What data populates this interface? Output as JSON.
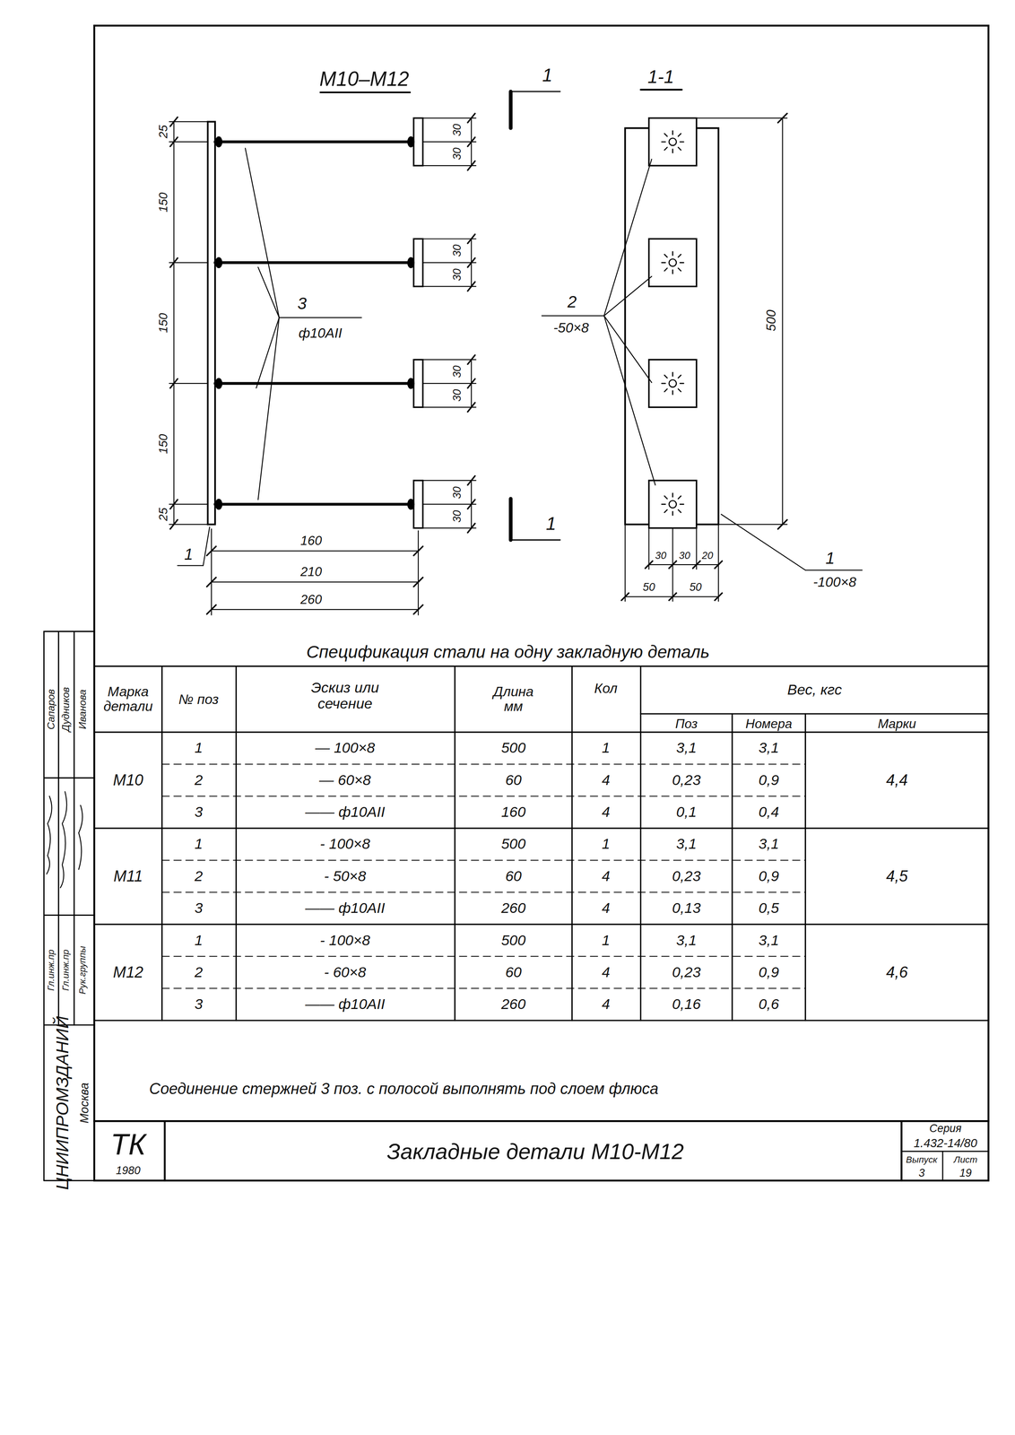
{
  "diagram": {
    "title": "Закладные детали М10-М12",
    "labels": [
      "М10–М12",
      "25",
      "150",
      "150",
      "150",
      "25",
      "30",
      "30",
      "30",
      "30",
      "30",
      "30",
      "30",
      "30",
      "3",
      "ф10АII",
      "1",
      "160",
      "210",
      "260",
      "1",
      "1",
      "1-1",
      "2",
      "-50×8",
      "500",
      "30",
      "30",
      "20",
      "1",
      "-100×8",
      "50",
      "50",
      "Спецификация стали на одну закладную деталь",
      "Марка детали",
      "№ поз",
      "Эскиз или сечение",
      "Длина мм",
      "Кол",
      "Вес, кгс",
      "Поз",
      "Номера",
      "Марки",
      "М10",
      "1",
      "— 100×8",
      "500",
      "1",
      "3,1",
      "3,1",
      "2",
      "— 60×8",
      "60",
      "4",
      "0,23",
      "0,9",
      "3",
      "—— ф10АII",
      "160",
      "4",
      "0,1",
      "0,4",
      "4,4",
      "М11",
      "1",
      "- 100×8",
      "500",
      "1",
      "3,1",
      "3,1",
      "2",
      "- 50×8",
      "60",
      "4",
      "0,23",
      "0,9",
      "3",
      "—— ф10АII",
      "260",
      "4",
      "0,13",
      "0,5",
      "4,5",
      "М12",
      "1",
      "- 100×8",
      "500",
      "1",
      "3,1",
      "3,1",
      "2",
      "- 60×8",
      "60",
      "4",
      "0,23",
      "0,9",
      "3",
      "—— ф10АII",
      "260",
      "4",
      "0,16",
      "0,6",
      "4,6",
      "Соединение стержней 3 поз. с полосой выполнять под слоем флюса",
      "ТК",
      "1980",
      "Серия",
      "1.432-14/80",
      "Выпуск",
      "3",
      "Лист",
      "19",
      "ЦНИИПРОМЗДАНИЙ",
      "Москва",
      "Гл.инж.пр",
      "Гл.инж.пр",
      "Рук.группы",
      "Сапаров",
      "Дудников",
      "Иванова"
    ]
  }
}
